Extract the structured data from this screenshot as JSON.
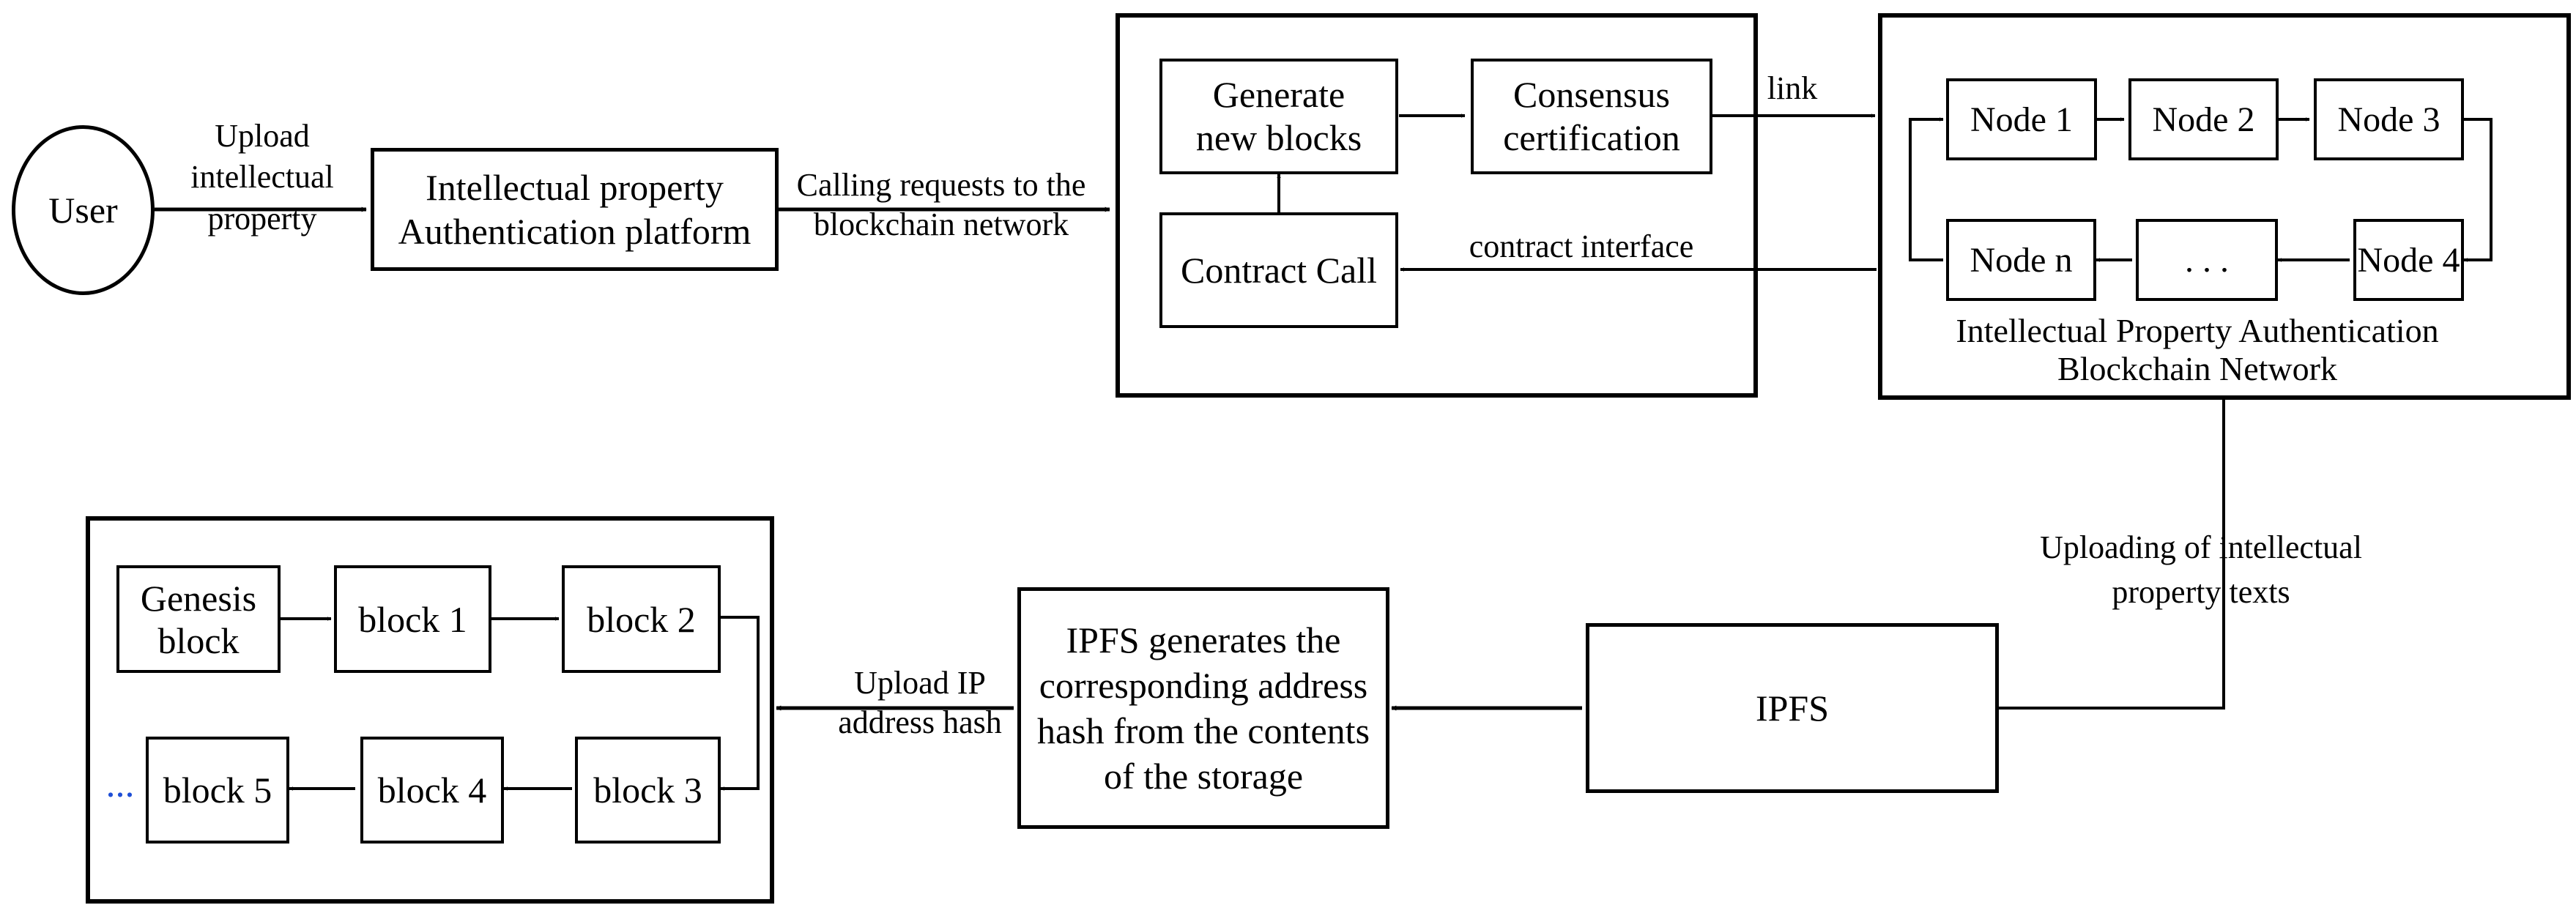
{
  "user": {
    "label": "User"
  },
  "labels": {
    "upload_ip": [
      "Upload",
      "intellectual",
      "property"
    ],
    "calling": [
      "Calling requests to the",
      "blockchain network"
    ],
    "link": "link",
    "contract_interface": "contract interface",
    "uploading_texts": [
      "Uploading of intellectual",
      "property texts"
    ],
    "upload_hash": [
      "Upload IP",
      "address hash"
    ]
  },
  "platform": {
    "lines": [
      "Intellectual property",
      "Authentication platform"
    ]
  },
  "process": {
    "generate": [
      "Generate",
      "new blocks"
    ],
    "consensus": [
      "Consensus",
      "certification"
    ],
    "contract_call": "Contract Call"
  },
  "network": {
    "nodes": [
      "Node 1",
      "Node 2",
      "Node 3",
      "Node 4",
      ". . .",
      "Node n"
    ],
    "caption": [
      "Intellectual Property Authentication",
      "Blockchain Network"
    ]
  },
  "ipfs": {
    "label": "IPFS"
  },
  "ipfs_gen": {
    "lines": [
      "IPFS generates the",
      "corresponding address",
      "hash from the contents",
      "of the storage"
    ]
  },
  "chain": {
    "genesis": [
      "Genesis",
      "block"
    ],
    "blocks": [
      "block 1",
      "block 2",
      "block 3",
      "block 4",
      "block 5"
    ],
    "ellipsis": "..."
  },
  "colors": {
    "ellipsis": "#1f4fd6",
    "stroke": "#000000"
  }
}
